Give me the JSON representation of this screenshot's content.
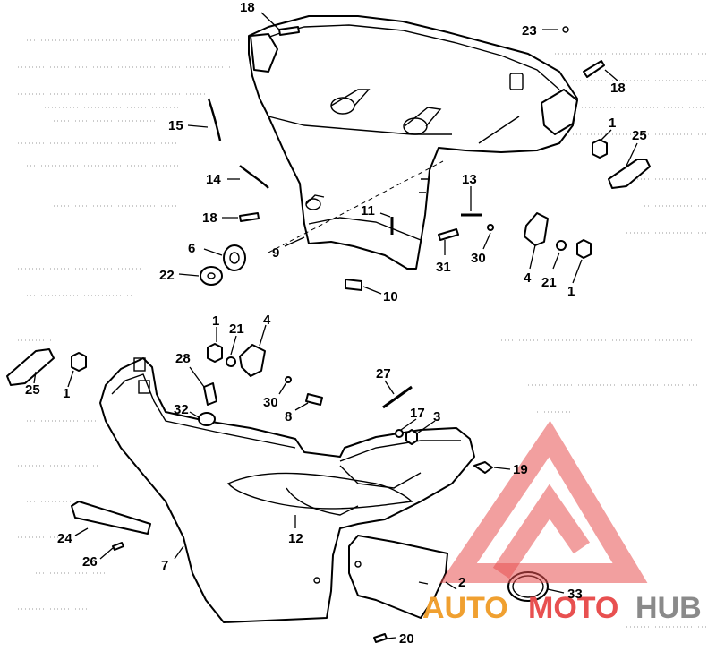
{
  "callouts": {
    "c18a": "18",
    "c23": "23",
    "c18b": "18",
    "c15": "15",
    "c1a": "1",
    "c25a": "25",
    "c14": "14",
    "c13": "13",
    "c11": "11",
    "c18c": "18",
    "c6": "6",
    "c9": "9",
    "c31": "31",
    "c30a": "30",
    "c4a": "4",
    "c21a": "21",
    "c1b": "1",
    "c22": "22",
    "c10": "10",
    "c1c": "1",
    "c21b": "21",
    "c4b": "4",
    "c28": "28",
    "c25b": "25",
    "c1d": "1",
    "c30b": "30",
    "c27": "27",
    "c32": "32",
    "c8": "8",
    "c17": "17",
    "c3": "3",
    "c19": "19",
    "c24": "24",
    "c12": "12",
    "c26": "26",
    "c7": "7",
    "c2": "2",
    "c33": "33",
    "c20": "20"
  },
  "watermark": {
    "word_auto": "AUTO",
    "word_moto": "MOTO",
    "word_hub": "HUB",
    "color_red": "#e85050",
    "color_orange": "#f0a030",
    "color_gray": "#8a8a8a"
  }
}
